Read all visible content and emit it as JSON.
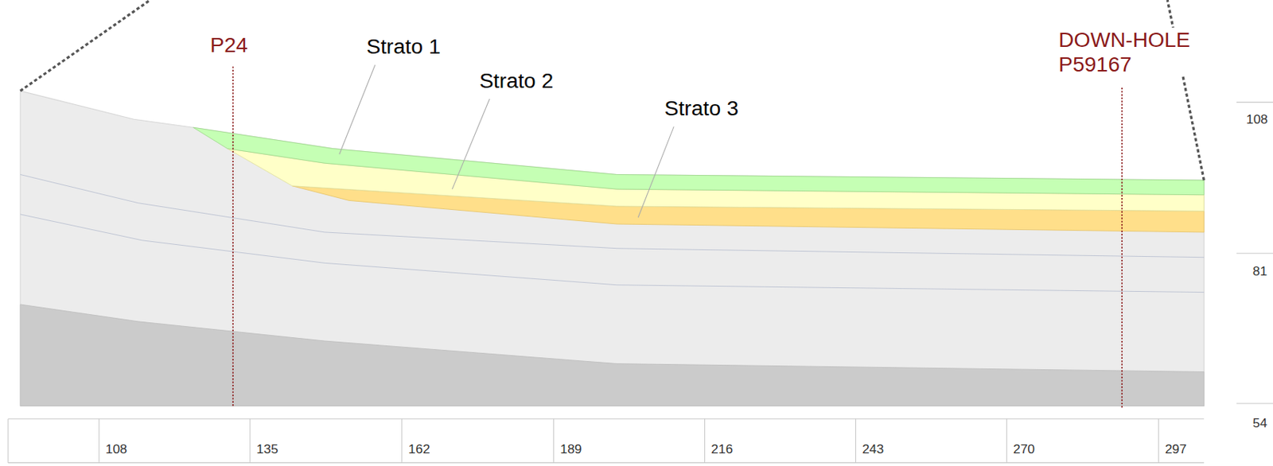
{
  "diagram": {
    "labels": [
      "P24",
      "Strato 1",
      "Strato 2",
      "Strato 3",
      "DOWN-HOLE P59167",
      "108",
      "135",
      "162",
      "189",
      "216",
      "243",
      "270",
      "297",
      "108",
      "81",
      "54"
    ]
  }
}
